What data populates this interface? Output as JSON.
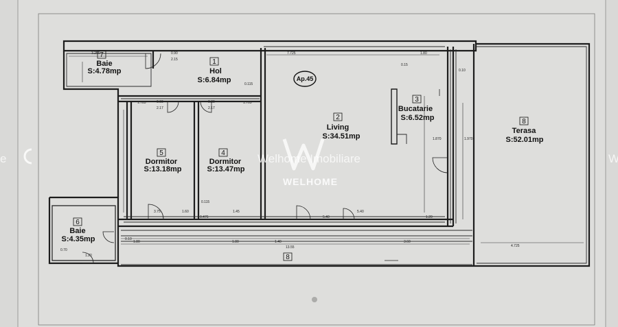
{
  "apartment_label": "Ap.45",
  "rooms": [
    {
      "id": "room-hol",
      "num": "1",
      "name": "Hol",
      "area": "S:6.84mp"
    },
    {
      "id": "room-living",
      "num": "2",
      "name": "Living",
      "area": "S:34.51mp"
    },
    {
      "id": "room-bucatarie",
      "num": "3",
      "name": "Bucatarie",
      "area": "S:6.52mp"
    },
    {
      "id": "room-dormitor-4",
      "num": "4",
      "name": "Dormitor",
      "area": "S:13.47mp"
    },
    {
      "id": "room-dormitor-5",
      "num": "5",
      "name": "Dormitor",
      "area": "S:13.18mp"
    },
    {
      "id": "room-baie-6",
      "num": "6",
      "name": "Baie",
      "area": "S:4.35mp"
    },
    {
      "id": "room-baie-7",
      "num": "7",
      "name": "Baie",
      "area": "S:4.78mp"
    },
    {
      "id": "room-terasa",
      "num": "8",
      "name": "Terasa",
      "area": "S:52.01mp"
    },
    {
      "id": "room-balcony",
      "num": "8",
      "name": "",
      "area": ""
    }
  ],
  "watermark": {
    "brand": "Welhome Imobiliare",
    "word": "WELHOME",
    "edge_left": "e",
    "edge_right": "W"
  },
  "dimensions": [
    "3.255",
    "0.90",
    "2.15",
    "7.725",
    "1.80",
    "0.15",
    "0.115",
    "1.785",
    "1.705",
    "2.17",
    "0.60",
    "0.80",
    "1.45",
    "1.60",
    "3.75",
    "0.115",
    "0.476",
    "2.17",
    "5.40",
    "5.40",
    "1.20",
    "0.70",
    "1.20",
    "1.80",
    "1.80",
    "1.40",
    "3.60",
    "13.55",
    "4.725",
    "0.10",
    "1.870",
    "1.970",
    "0.10"
  ],
  "colors": {
    "paper": "#d9d9d7",
    "line": "#1c1c1c"
  }
}
